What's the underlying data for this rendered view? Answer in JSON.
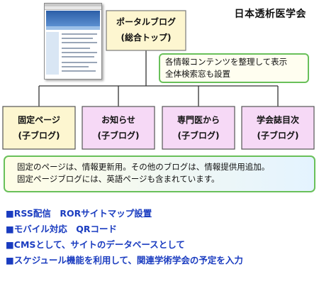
{
  "organization": "日本透析医学会",
  "icons": {
    "screenshot": "website-screenshot-thumbnail"
  },
  "colors": {
    "top_box_fill": "#fdf6d0",
    "top_box_border": "#7a7a7a",
    "green_border": "#69c05a",
    "note_fill": "#fffef0",
    "child_fixed_fill": "#fdf6d0",
    "child_other_fill": "#f6d9f6",
    "child_border": "#555555",
    "bottom_fill_from": "#fffde6",
    "bottom_fill_to": "#e4f3ff",
    "bullet_color": "#1a3cc0",
    "line_color": "#333333"
  },
  "top_node": {
    "line1": "ポータルブログ",
    "line2": "(総合トップ)"
  },
  "top_note": {
    "line1": "各情報コンテンツを整理して表示",
    "line2": "全体検索窓も設置"
  },
  "child_nodes": [
    {
      "label": "固定ページ",
      "sub": "(子ブログ)",
      "style": "fixed"
    },
    {
      "label": "お知らせ",
      "sub": "(子ブログ)",
      "style": "other"
    },
    {
      "label": "専門医から",
      "sub": "(子ブログ)",
      "style": "other"
    },
    {
      "label": "学会誌目次",
      "sub": "(子ブログ)",
      "style": "other"
    }
  ],
  "bottom_note": {
    "line1": "固定のページは、情報更新用。その他のブログは、情報提供用追加。",
    "line2": "固定ページブログには、英語ページも含まれています。"
  },
  "features": [
    "■RSS配信　RORサイトマップ設置",
    "■モバイル対応　QRコード",
    "■CMSとして、サイトのデータベースとして",
    "■スケジュール機能を利用して、関連学術学会の予定を入力"
  ]
}
